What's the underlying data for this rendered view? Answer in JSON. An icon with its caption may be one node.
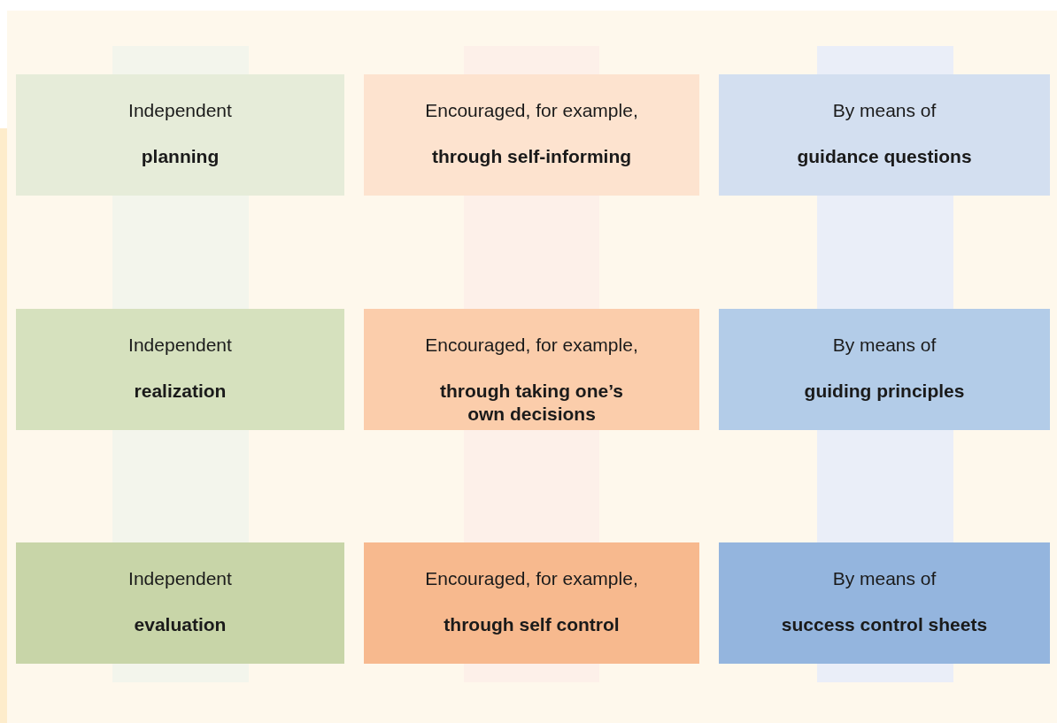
{
  "diagram": {
    "nodes": [
      {
        "text": [
          "Independent",
          "planning"
        ]
      },
      {
        "text": [
          "Encouraged, for example,",
          "through self-informing"
        ]
      },
      {
        "text": [
          "By means of",
          "guidance questions"
        ]
      },
      {
        "text": [
          "Independent",
          "realization"
        ]
      },
      {
        "text": [
          "Encouraged, for example,",
          "through taking one’s own decisions"
        ]
      },
      {
        "text": [
          "By means of",
          "guiding principles"
        ]
      },
      {
        "text": [
          "Independent",
          "evaluation"
        ]
      },
      {
        "text": [
          "Encouraged, for example,",
          "through self control"
        ]
      },
      {
        "text": [
          "By means of",
          "success control sheets"
        ]
      }
    ]
  }
}
